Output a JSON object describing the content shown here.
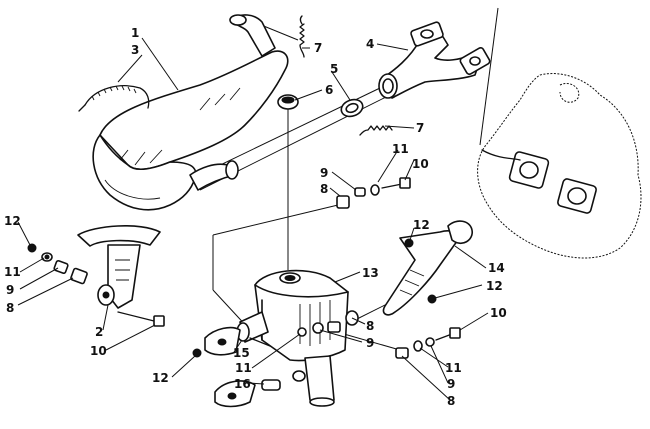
{
  "callouts": {
    "c1": "1",
    "c2": "2",
    "c3": "3",
    "c4": "4",
    "c5": "5",
    "c6": "6",
    "c7a": "7",
    "c7b": "7",
    "c8a": "8",
    "c8b": "8",
    "c8c": "8",
    "c8d": "8",
    "c9a": "9",
    "c9b": "9",
    "c9c": "9",
    "c9d": "9",
    "c10a": "10",
    "c10b": "10",
    "c10c": "10",
    "c11a": "11",
    "c11b": "11",
    "c11c": "11",
    "c11d": "11",
    "c12a": "12",
    "c12b": "12",
    "c12c": "12",
    "c12d": "12",
    "c13": "13",
    "c14": "14",
    "c15": "15",
    "c16": "16"
  }
}
